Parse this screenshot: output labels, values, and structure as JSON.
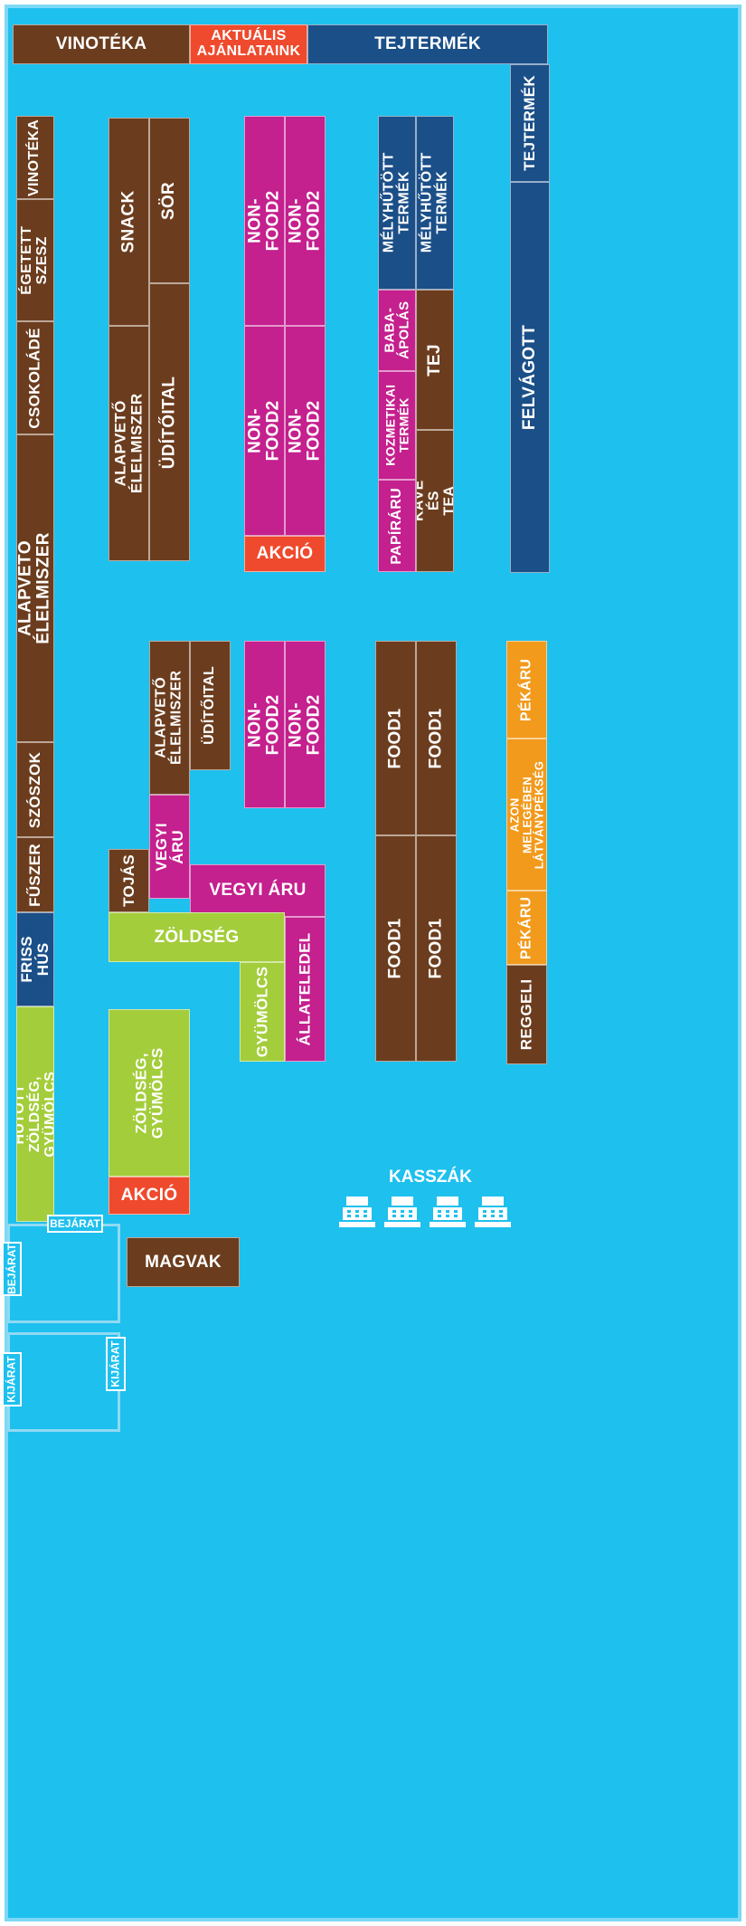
{
  "store_map": {
    "top_wall": {
      "vinoteka": "VINOTÉKA",
      "aktualis": "AKTUÁLIS\nAJÁNLATAINK",
      "tejtermek": "TEJTERMÉK"
    },
    "right_wall": {
      "tejtermek": "TEJTERMÉK",
      "felvagott": "FELVÁGOTT"
    },
    "left_wall": {
      "vinoteka": "VINOTÉKA",
      "egetett_szesz": "ÉGETETT SZESZ",
      "csokolade": "CSOKOLÁDÉ",
      "alapveto": "ALAPVETŐ ÉLELMISZER",
      "szoszok": "SZÓSZOK",
      "fuszer": "FŰSZER",
      "friss_hus": "FRISS HÚS",
      "hutott": "HŰTÖTT ZÖLDSÉG, GYÜMÖLCS"
    },
    "block_a": {
      "snack": "SNACK",
      "sor": "SÖR",
      "alapveto": "ALAPVETŐ ÉLELMISZER",
      "uditoital": "ÜDÍTŐITAL"
    },
    "block_b": {
      "nonfood": "NON-FOOD2",
      "akcio": "AKCIÓ"
    },
    "block_c": {
      "melyhutott": "MÉLYHŰTÖTT TERMÉK",
      "baba": "BABA-\nÁPOLÁS",
      "tej": "TEJ",
      "kozmetikai": "KOZMETIKAI\nTERMÉK",
      "kave": "KÁVÉ ÉS TEA",
      "papiraru": "PAPÍRÁRU"
    },
    "block_d": {
      "alapveto": "ALAPVETŐ ÉLELMISZER",
      "uditoital": "ÜDÍTŐITAL",
      "tojas": "TOJÁS",
      "vegyi_aru": "VEGYI ÁRU",
      "zoldseg": "ZÖLDSÉG",
      "gyumolcs": "GYÜMÖLCS",
      "allateledel": "ÁLLATELEDEL"
    },
    "block_e": {
      "zoldseg_gyumolcs": "ZÖLDSÉG,\nGYÜMÖLCS",
      "akcio": "AKCIÓ"
    },
    "block_f": {
      "nonfood": "NON-FOOD2"
    },
    "block_g": {
      "food": "FOOD1"
    },
    "block_h": {
      "pekaru": "PÉKÁRU",
      "azon": "AZON MELEGÉBEN\nLÁTVÁNYPÉKSÉG",
      "reggeli": "REGGELI"
    },
    "kasszak": "KASSZÁK",
    "magvak": "MAGVAK",
    "bejarat": "BEJÁRAT",
    "kijarat": "KIJÁRAT"
  },
  "colors": {
    "floor": "#1ec0ee",
    "brown": "#6b3d1e",
    "magenta": "#c4208e",
    "navy": "#1b4f88",
    "lime": "#a3cd3b",
    "orange": "#f29a1c",
    "red": "#ef4a2d"
  }
}
